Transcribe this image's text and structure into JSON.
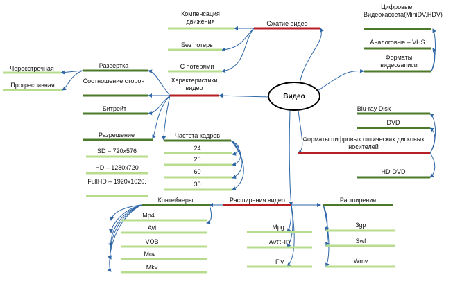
{
  "center": "Видео",
  "branches": {
    "compression": {
      "label": "Сжатие видео",
      "items": [
        "Компенсация движения",
        "Без потерь",
        "С потерями"
      ]
    },
    "recording_formats": {
      "label": "Форматы видеозаписи",
      "items": [
        "Цифровые: Видеокассета(MiniDV,HDV)",
        "Аналоговые – VHS"
      ]
    },
    "optical_formats": {
      "label": "Форматы цифровых оптических дисковых носителей",
      "items": [
        "Blu-ray Disk",
        "DVD",
        "HD-DVD"
      ]
    },
    "characteristics": {
      "label": "Характеристики видео",
      "scan": {
        "label": "Развертка",
        "items": [
          "Чересстрочная",
          "Прогрессивная"
        ]
      },
      "aspect_ratio": "Соотношение сторон",
      "bitrate": "Битрейт",
      "resolution": {
        "label": "Разрешение",
        "items": [
          "SD – 720x576",
          "HD – 1280x720",
          "FullHD – 1920x1020."
        ]
      },
      "frame_rate": {
        "label": "Частота кадров",
        "items": [
          "24",
          "25",
          "60",
          "30"
        ]
      }
    },
    "extensions": {
      "label": "Расширения видео",
      "containers": {
        "label": "Контейнеры",
        "items": [
          "Mp4",
          "Avi",
          "VOB",
          "Mov",
          "Mkv"
        ]
      },
      "extensions": {
        "label": "Расширения",
        "items": [
          "3gp",
          "Swf",
          "Wmv"
        ]
      },
      "other": [
        "Mpg",
        "AVCHD",
        "Flv"
      ]
    }
  },
  "colors": {
    "main_branch": "#b81f24",
    "sub_branch": "#4d7a2a",
    "leaf": "#b7dc8e",
    "connector": "#2e66a6",
    "text": "#111111"
  }
}
